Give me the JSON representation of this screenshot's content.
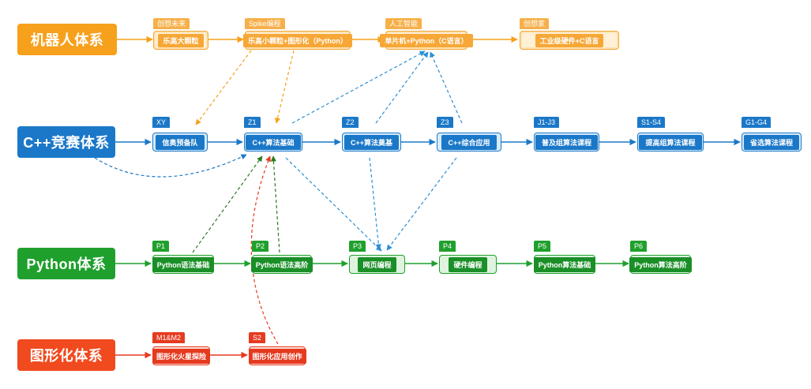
{
  "colors": {
    "orange": "#f7a01c",
    "blue": "#1b78c8",
    "green": "#1fa02d",
    "red": "#f04a1e"
  },
  "systems": {
    "robot": "机器人体系",
    "cpp": "C++竞赛体系",
    "python": "Python体系",
    "graphic": "图形化体系"
  },
  "nodes": {
    "r1": {
      "tag": "创想未来",
      "label": "乐高大颗粒"
    },
    "r2": {
      "tag": "Spike编程",
      "label": "乐高小颗粒+图形化（Python）"
    },
    "r3": {
      "tag": "人工智能",
      "label": "单片机+Python（C语言）"
    },
    "r4": {
      "tag": "创想家",
      "label": "工业级硬件+C语言"
    },
    "xy": {
      "tag": "XY",
      "label": "信奥预备队"
    },
    "z1": {
      "tag": "Z1",
      "label": "C++算法基础"
    },
    "z2": {
      "tag": "Z2",
      "label": "C++算法奠基"
    },
    "z3": {
      "tag": "Z3",
      "label": "C++综合应用"
    },
    "j": {
      "tag": "J1-J3",
      "label": "普及组算法课程"
    },
    "s": {
      "tag": "S1-S4",
      "label": "提高组算法课程"
    },
    "g": {
      "tag": "G1-G4",
      "label": "省选算法课程"
    },
    "p1": {
      "tag": "P1",
      "label": "Python语法基础"
    },
    "p2": {
      "tag": "P2",
      "label": "Python语法高阶"
    },
    "p3": {
      "tag": "P3",
      "label": "网页编程"
    },
    "p4": {
      "tag": "P4",
      "label": "硬件编程"
    },
    "p5": {
      "tag": "P5",
      "label": "Python算法基础"
    },
    "p6": {
      "tag": "P6",
      "label": "Python算法高阶"
    },
    "m": {
      "tag": "M1&M2",
      "label": "图形化火星探险"
    },
    "s2": {
      "tag": "S2",
      "label": "图形化应用创作"
    }
  }
}
